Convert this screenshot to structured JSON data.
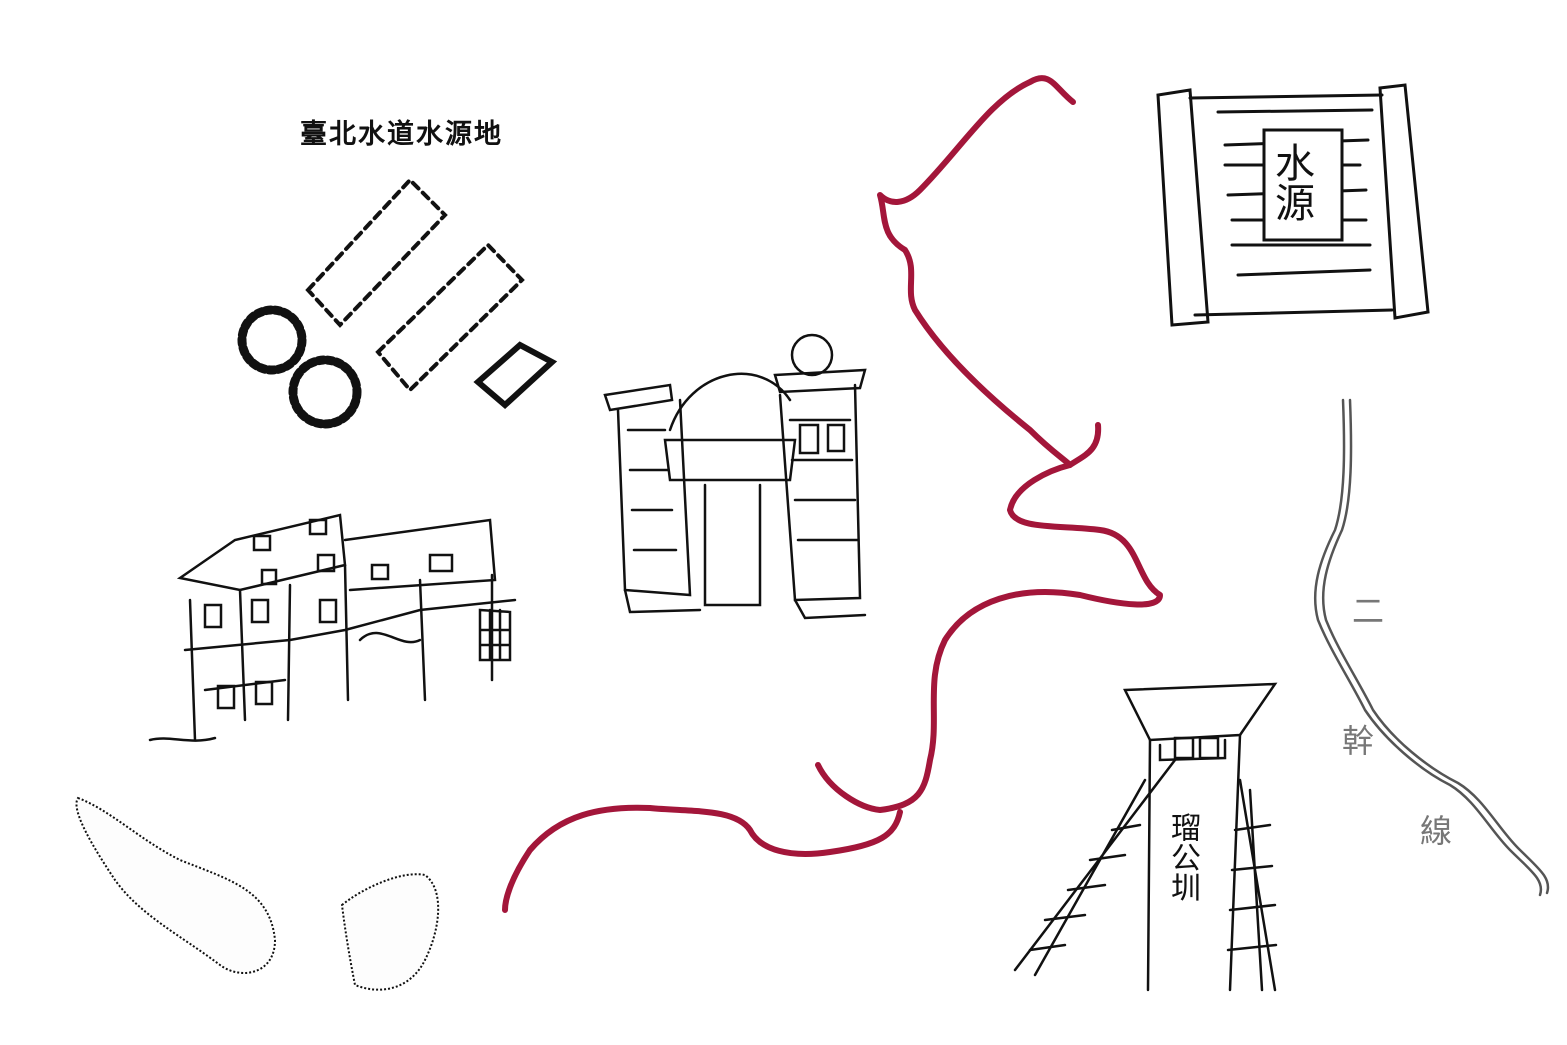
{
  "title": "臺北水道水源地",
  "plaque_text": "水源",
  "gate_text": "瑠公圳",
  "canal_text": [
    "二",
    "幹",
    "線"
  ],
  "colors": {
    "route": "#a3163a",
    "ink": "#111111",
    "canal": "#777777"
  },
  "icons": [
    "reservoir-plan-icon",
    "pump-station-icon",
    "gate-building-icon",
    "plaque-icon",
    "pond-icon",
    "canal-gate-icon",
    "canal-icon"
  ]
}
